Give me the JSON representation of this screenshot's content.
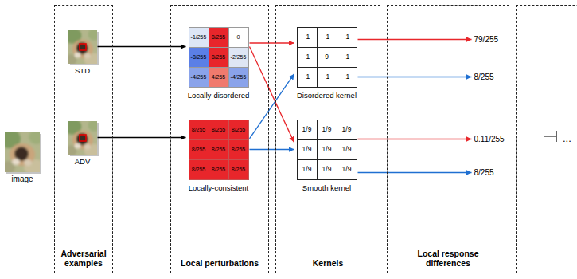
{
  "diagram": {
    "nodes": [
      {
        "text": [
          "image"
        ]
      },
      {
        "text": [
          "Adversarial examples"
        ]
      },
      {
        "text": [
          "STD"
        ],
        "in": 1
      },
      {
        "text": [
          "ADV"
        ],
        "in": 1
      },
      {
        "text": [
          "Local perturbations"
        ]
      },
      {
        "text": [
          "-1/255",
          "8/255",
          "0",
          "-8/255",
          "8/255",
          "-2/255",
          "-4/255",
          "4/255",
          "-4/255",
          "Locally-disordered"
        ],
        "in": 4
      },
      {
        "text": [
          "8/255",
          "8/255",
          "8/255",
          "8/255",
          "8/255",
          "8/255",
          "8/255",
          "8/255",
          "8/255",
          "Locally-consistent"
        ],
        "in": 4
      },
      {
        "text": [
          "Kernels"
        ]
      },
      {
        "text": [
          "-1",
          "-1",
          "-1",
          "-1",
          "9",
          "-1",
          "-1",
          "-1",
          "-1",
          "Disordered kernel"
        ],
        "in": 7
      },
      {
        "text": [
          "1/9",
          "1/9",
          "1/9",
          "1/9",
          "1/9",
          "1/9",
          "1/9",
          "1/9",
          "1/9",
          "Smooth kernel"
        ],
        "in": 7
      },
      {
        "text": [
          "Local response differences"
        ]
      },
      {
        "text": [
          "79/255"
        ],
        "in": 10
      },
      {
        "text": [
          "8/255"
        ],
        "in": 10
      },
      {
        "text": [
          "0.11/255"
        ],
        "in": 10
      },
      {
        "text": [
          "8/255"
        ],
        "in": 10
      },
      {
        "text": [
          "..."
        ]
      }
    ],
    "edges": [
      {
        "from": 2,
        "to": 5,
        "arrow": "to"
      },
      {
        "from": 3,
        "to": 6,
        "arrow": "to"
      },
      {
        "from": 5,
        "to": 8,
        "arrow": "to"
      },
      {
        "from": 5,
        "to": 9,
        "arrow": "to"
      },
      {
        "from": 6,
        "to": 8,
        "arrow": "to"
      },
      {
        "from": 6,
        "to": 9,
        "arrow": "to"
      },
      {
        "from": 8,
        "to": 11,
        "arrow": "to"
      },
      {
        "from": 8,
        "to": 12,
        "arrow": "to"
      },
      {
        "from": 9,
        "to": 13,
        "arrow": "to"
      },
      {
        "from": 9,
        "to": 14,
        "arrow": "to"
      }
    ]
  }
}
